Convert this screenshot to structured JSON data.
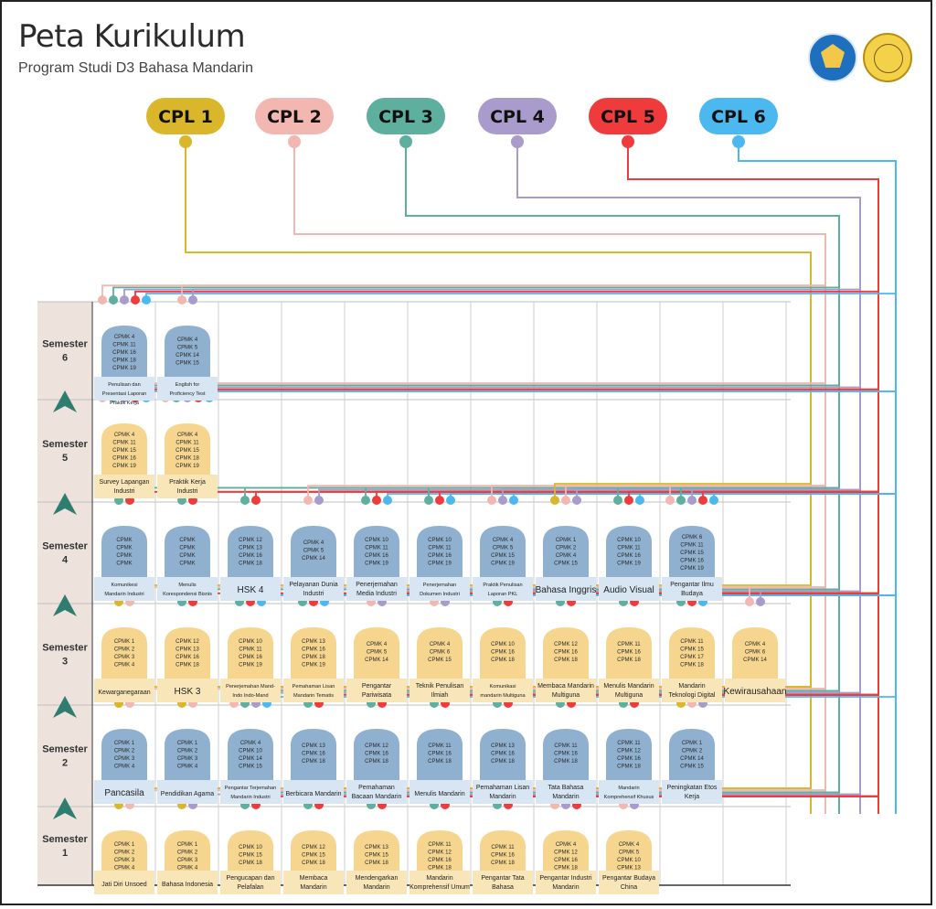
{
  "header": {
    "title": "Peta Kurikulum",
    "subtitle": "Program Studi D3 Bahasa Mandarin"
  },
  "colors": {
    "cpl1": "#d9b62a",
    "cpl2": "#f3b7b2",
    "cpl3": "#5faf9f",
    "cpl4": "#a99bcc",
    "cpl5": "#ef3b3b",
    "cpl6": "#4cb8f0",
    "blue_card": "#8fb0cf",
    "yellow_card": "#f6d68f",
    "semester_col": "#ede3dc",
    "arrow": "#2f7d70"
  },
  "cpl": [
    {
      "id": 1,
      "label": "CPL 1"
    },
    {
      "id": 2,
      "label": "CPL 2"
    },
    {
      "id": 3,
      "label": "CPL 3"
    },
    {
      "id": 4,
      "label": "CPL 4"
    },
    {
      "id": 5,
      "label": "CPL 5"
    },
    {
      "id": 6,
      "label": "CPL 6"
    }
  ],
  "semesters": [
    {
      "n": 6,
      "word": "Semester",
      "num": "6"
    },
    {
      "n": 5,
      "word": "Semester",
      "num": "5"
    },
    {
      "n": 4,
      "word": "Semester",
      "num": "4"
    },
    {
      "n": 3,
      "word": "Semester",
      "num": "3"
    },
    {
      "n": 2,
      "word": "Semester",
      "num": "2"
    },
    {
      "n": 1,
      "word": "Semester",
      "num": "1"
    }
  ],
  "courses": [
    {
      "sem": 6,
      "col": 0,
      "color": "blue",
      "cpl": [
        2,
        3,
        4,
        5,
        6
      ],
      "cpmk": [
        "CPMK 4",
        "CPMK 11",
        "CPMK 16",
        "CPMK 18",
        "CPMK 19"
      ],
      "label": [
        "Penulisan dan",
        "Presentasi Laporan",
        "Praktik Kerja"
      ]
    },
    {
      "sem": 6,
      "col": 1,
      "color": "blue",
      "cpl": [
        2,
        4
      ],
      "cpmk": [
        "CPMK 4",
        "CPMK 5",
        "CPMK 14",
        "CPMK 15"
      ],
      "label": [
        "English for",
        "Proficiency Test"
      ]
    },
    {
      "sem": 5,
      "col": 0,
      "color": "yellow",
      "cpl": [
        2,
        3,
        4,
        5,
        6
      ],
      "cpmk": [
        "CPMK 4",
        "CPMK 11",
        "CPMK 15",
        "CPMK 16",
        "CPMK 19"
      ],
      "label": [
        "Survey Lapangan",
        "Industri"
      ]
    },
    {
      "sem": 5,
      "col": 1,
      "color": "yellow",
      "cpl": [
        2,
        3,
        4,
        5,
        6
      ],
      "cpmk": [
        "CPMK 4",
        "CPMK 11",
        "CPMK 15",
        "CPMK 18",
        "CPMK 19"
      ],
      "label": [
        "Praktik Kerja",
        "Industri"
      ]
    },
    {
      "sem": 4,
      "col": 0,
      "color": "blue",
      "cpl": [
        3,
        5
      ],
      "cpmk": [
        "CPMK",
        "CPMK",
        "CPMK",
        "CPMK"
      ],
      "label": [
        "Komunikesi",
        "Mandarin Industri"
      ]
    },
    {
      "sem": 4,
      "col": 1,
      "color": "blue",
      "cpl": [
        3,
        5
      ],
      "cpmk": [
        "CPMK",
        "CPMK",
        "CPMK",
        "CPMK"
      ],
      "label": [
        "Menulis",
        "Korespondensi Bisnis"
      ]
    },
    {
      "sem": 4,
      "col": 2,
      "color": "blue",
      "cpl": [
        3,
        5
      ],
      "cpmk": [
        "CPMK 12",
        "CPMK 13",
        "CPMK 16",
        "CPMK 18"
      ],
      "label": [
        "HSK 4"
      ]
    },
    {
      "sem": 4,
      "col": 3,
      "color": "blue",
      "cpl": [
        2,
        4
      ],
      "cpmk": [
        "CPMK 4",
        "CPMK 5",
        "CPMK 14"
      ],
      "label": [
        "Pelayanan Dunia",
        "Industri"
      ]
    },
    {
      "sem": 4,
      "col": 4,
      "color": "blue",
      "cpl": [
        3,
        5,
        6
      ],
      "cpmk": [
        "CPMK 10",
        "CPMK 11",
        "CPMK 16",
        "CPMK 19"
      ],
      "label": [
        "Penerjemahan",
        "Media Industri"
      ]
    },
    {
      "sem": 4,
      "col": 5,
      "color": "blue",
      "cpl": [
        3,
        5,
        6
      ],
      "cpmk": [
        "CPMK 10",
        "CPMK 11",
        "CPMK 16",
        "CPMK 19"
      ],
      "label": [
        "Penerjemahan",
        "Dokumen Industri"
      ]
    },
    {
      "sem": 4,
      "col": 6,
      "color": "blue",
      "cpl": [
        2,
        4,
        6
      ],
      "cpmk": [
        "CPMK 4",
        "CPMK 5",
        "CPMK 15",
        "CPMK 19"
      ],
      "label": [
        "Praktik Penulisan",
        "Laporan PKL"
      ]
    },
    {
      "sem": 4,
      "col": 7,
      "color": "blue",
      "cpl": [
        1,
        2,
        4
      ],
      "cpmk": [
        "CPMK 1",
        "CPMK 2",
        "CPMK 4",
        "CPMK 15"
      ],
      "label": [
        "Bahasa Inggris"
      ]
    },
    {
      "sem": 4,
      "col": 8,
      "color": "blue",
      "cpl": [
        3,
        5,
        6
      ],
      "cpmk": [
        "CPMK 10",
        "CPMK 11",
        "CPMK 16",
        "CPMK 19"
      ],
      "label": [
        "Audio Visual"
      ]
    },
    {
      "sem": 4,
      "col": 9,
      "color": "blue",
      "cpl": [
        2,
        3,
        4,
        5,
        6
      ],
      "cpmk": [
        "CPMK 6",
        "CPMK 11",
        "CPMK 15",
        "CPMK 16",
        "CPMK 19"
      ],
      "label": [
        "Pengantar Ilmu",
        "Budaya"
      ]
    },
    {
      "sem": 3,
      "col": 0,
      "color": "yellow",
      "cpl": [
        1,
        2
      ],
      "cpmk": [
        "CPMK 1",
        "CPMK 2",
        "CPMK 3",
        "CPMK 4"
      ],
      "label": [
        "Kewarganegaraan"
      ]
    },
    {
      "sem": 3,
      "col": 1,
      "color": "yellow",
      "cpl": [
        3,
        5
      ],
      "cpmk": [
        "CPMK 12",
        "CPMK 13",
        "CPMK 16",
        "CPMK 18"
      ],
      "label": [
        "HSK 3"
      ]
    },
    {
      "sem": 3,
      "col": 2,
      "color": "yellow",
      "cpl": [
        3,
        5,
        6
      ],
      "cpmk": [
        "CPMK 10",
        "CPMK 11",
        "CPMK 16",
        "CPMK 19"
      ],
      "label": [
        "Penerjemahan Mand-",
        "Indo Indo-Mand"
      ]
    },
    {
      "sem": 3,
      "col": 3,
      "color": "yellow",
      "cpl": [
        3,
        5,
        6
      ],
      "cpmk": [
        "CPMK 13",
        "CPMK 16",
        "CPMK 18",
        "CPMK 19"
      ],
      "label": [
        "Pemahaman Lisan",
        "Mandarin Tematis"
      ]
    },
    {
      "sem": 3,
      "col": 4,
      "color": "yellow",
      "cpl": [
        2,
        4
      ],
      "cpmk": [
        "CPMK 4",
        "CPMK 5",
        "CPMK 14"
      ],
      "label": [
        "Pengantar",
        "Pariwisata"
      ]
    },
    {
      "sem": 3,
      "col": 5,
      "color": "yellow",
      "cpl": [
        2,
        4
      ],
      "cpmk": [
        "CPMK 4",
        "CPMK 6",
        "CPMK 15"
      ],
      "label": [
        "Teknik Penulisan",
        "Ilmiah"
      ]
    },
    {
      "sem": 3,
      "col": 6,
      "color": "yellow",
      "cpl": [
        3,
        5
      ],
      "cpmk": [
        "CPMK 10",
        "CPMK 16",
        "CPMK 18"
      ],
      "label": [
        "Komunikasi",
        "mandarin Multiguna"
      ]
    },
    {
      "sem": 3,
      "col": 7,
      "color": "yellow",
      "cpl": [
        3,
        5
      ],
      "cpmk": [
        "CPMK 12",
        "CPMK 16",
        "CPMK 18"
      ],
      "label": [
        "Membaca Mandarin",
        "Multiguna"
      ]
    },
    {
      "sem": 3,
      "col": 8,
      "color": "yellow",
      "cpl": [
        3,
        5
      ],
      "cpmk": [
        "CPMK 11",
        "CPMK 16",
        "CPMK 18"
      ],
      "label": [
        "Menulis Mandarin",
        "Multiguna"
      ]
    },
    {
      "sem": 3,
      "col": 9,
      "color": "yellow",
      "cpl": [
        3,
        5,
        6
      ],
      "cpmk": [
        "CPMK 11",
        "CPMK 15",
        "CPMK 17",
        "CPMK 18"
      ],
      "label": [
        "Mandarin",
        "Teknologi Digital"
      ]
    },
    {
      "sem": 3,
      "col": 10,
      "color": "yellow",
      "cpl": [
        2,
        4
      ],
      "cpmk": [
        "CPMK 4",
        "CPMK 6",
        "CPMK 14"
      ],
      "label": [
        "Kewirausahaan"
      ]
    },
    {
      "sem": 2,
      "col": 0,
      "color": "blue",
      "cpl": [
        1,
        2
      ],
      "cpmk": [
        "CPMK 1",
        "CPMK 2",
        "CPMK 3",
        "CPMK 4"
      ],
      "label": [
        "Pancasila"
      ]
    },
    {
      "sem": 2,
      "col": 1,
      "color": "blue",
      "cpl": [
        1,
        2
      ],
      "cpmk": [
        "CPMK 1",
        "CPMK 2",
        "CPMK 3",
        "CPMK 4"
      ],
      "label": [
        "Pendidikan Agama"
      ]
    },
    {
      "sem": 2,
      "col": 2,
      "color": "blue",
      "cpl": [
        2,
        3,
        4,
        6
      ],
      "cpmk": [
        "CPMK 4",
        "CPMK 10",
        "CPMK 14",
        "CPMK 15"
      ],
      "label": [
        "Pengantar Terjemahan",
        "Mandarin Industri"
      ]
    },
    {
      "sem": 2,
      "col": 3,
      "color": "blue",
      "cpl": [
        3,
        5
      ],
      "cpmk": [
        "CPMK 13",
        "CPMK 16",
        "CPMK 18"
      ],
      "label": [
        "Berbicara Mandarin"
      ]
    },
    {
      "sem": 2,
      "col": 4,
      "color": "blue",
      "cpl": [
        3,
        5
      ],
      "cpmk": [
        "CPMK 12",
        "CPMK 16",
        "CPMK 18"
      ],
      "label": [
        "Pemahaman",
        "Bacaan Mandarin"
      ]
    },
    {
      "sem": 2,
      "col": 5,
      "color": "blue",
      "cpl": [
        3,
        5
      ],
      "cpmk": [
        "CPMK 11",
        "CPMK 16",
        "CPMK 18"
      ],
      "label": [
        "Menulis Mandarin"
      ]
    },
    {
      "sem": 2,
      "col": 6,
      "color": "blue",
      "cpl": [
        3,
        5
      ],
      "cpmk": [
        "CPMK 13",
        "CPMK 16",
        "CPMK 18"
      ],
      "label": [
        "Pemahaman Lisan",
        "Mandarin"
      ]
    },
    {
      "sem": 2,
      "col": 7,
      "color": "blue",
      "cpl": [
        3,
        5
      ],
      "cpmk": [
        "CPMK 11",
        "CPMK 16",
        "CPMK 18"
      ],
      "label": [
        "Tata Bahasa",
        "Mandarin"
      ]
    },
    {
      "sem": 2,
      "col": 8,
      "color": "blue",
      "cpl": [
        3,
        5
      ],
      "cpmk": [
        "CPMK 11",
        "CPMK 12",
        "CPMK 16",
        "CPMK 18"
      ],
      "label": [
        "Mandarin",
        "Komprehensif Khusus"
      ]
    },
    {
      "sem": 2,
      "col": 9,
      "color": "blue",
      "cpl": [
        1,
        2,
        4
      ],
      "cpmk": [
        "CPMK 1",
        "CPMK 2",
        "CPMK 14",
        "CPMK 15"
      ],
      "label": [
        "Peningkatan Etos",
        "Kerja"
      ]
    },
    {
      "sem": 1,
      "col": 0,
      "color": "yellow",
      "cpl": [
        1,
        2
      ],
      "cpmk": [
        "CPMK 1",
        "CPMK 2",
        "CPMK 3",
        "CPMK 4"
      ],
      "label": [
        "Jati Diri Unsoed"
      ]
    },
    {
      "sem": 1,
      "col": 1,
      "color": "yellow",
      "cpl": [
        1,
        4
      ],
      "cpmk": [
        "CPMK 1",
        "CPMK 2",
        "CPMK 3",
        "CPMK 4"
      ],
      "label": [
        "Bahasa Indonesia"
      ]
    },
    {
      "sem": 1,
      "col": 2,
      "color": "yellow",
      "cpl": [
        3,
        5
      ],
      "cpmk": [
        "CPMK 10",
        "CPMK 15",
        "CPMK 18"
      ],
      "label": [
        "Pengucapan dan",
        "Pelafalan"
      ]
    },
    {
      "sem": 1,
      "col": 3,
      "color": "yellow",
      "cpl": [
        3,
        5
      ],
      "cpmk": [
        "CPMK 12",
        "CPMK 15",
        "CPMK 18"
      ],
      "label": [
        "Membaca",
        "Mandarin"
      ]
    },
    {
      "sem": 1,
      "col": 4,
      "color": "yellow",
      "cpl": [
        3,
        5
      ],
      "cpmk": [
        "CPMK 13",
        "CPMK 15",
        "CPMK 18"
      ],
      "label": [
        "Mendengarkan",
        "Mandarin"
      ]
    },
    {
      "sem": 1,
      "col": 5,
      "color": "yellow",
      "cpl": [
        3,
        5
      ],
      "cpmk": [
        "CPMK 11",
        "CPMK 12",
        "CPMK 16",
        "CPMK 18"
      ],
      "label": [
        "Mandarin",
        "Komprehensif Umum"
      ]
    },
    {
      "sem": 1,
      "col": 6,
      "color": "yellow",
      "cpl": [
        3,
        5
      ],
      "cpmk": [
        "CPMK 11",
        "CPMK 16",
        "CPMK 18"
      ],
      "label": [
        "Pengantar Tata",
        "Bahasa"
      ]
    },
    {
      "sem": 1,
      "col": 7,
      "color": "yellow",
      "cpl": [
        2,
        4,
        5
      ],
      "cpmk": [
        "CPMK 4",
        "CPMK 12",
        "CPMK 16",
        "CPMK 18"
      ],
      "label": [
        "Pengantar Industri",
        "Mandarin"
      ]
    },
    {
      "sem": 1,
      "col": 8,
      "color": "yellow",
      "cpl": [
        2,
        4
      ],
      "cpmk": [
        "CPMK 4",
        "CPMK 5",
        "CPMK 10",
        "CPMK 13"
      ],
      "label": [
        "Pengantar Budaya",
        "China"
      ]
    }
  ]
}
